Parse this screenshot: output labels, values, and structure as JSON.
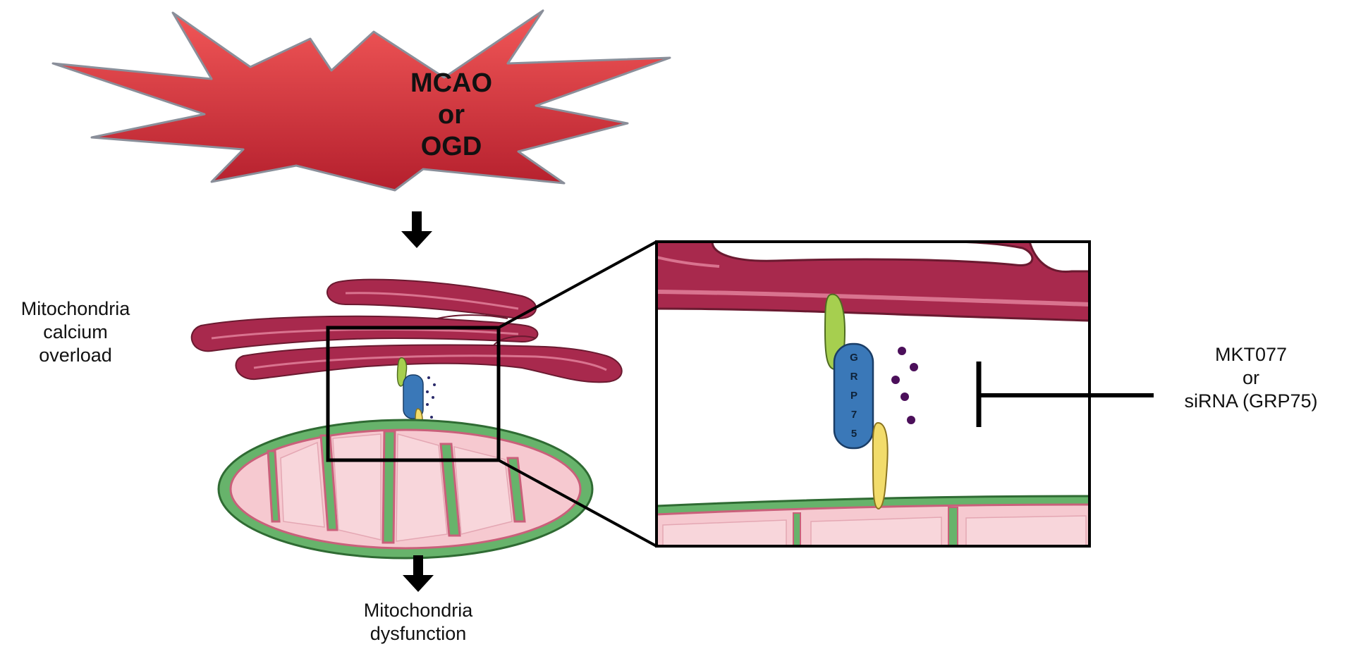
{
  "trigger": {
    "line1": "MCAO",
    "line2": "or",
    "line3": "OGD"
  },
  "left_label": {
    "line1": "Mitochondria",
    "line2": "calcium",
    "line3": "overload"
  },
  "bottom_label": {
    "line1": "Mitochondria",
    "line2": "dysfunction"
  },
  "inhibitor": {
    "line1": "MKT077",
    "line2": "or",
    "line3": "siRNA (GRP75)"
  },
  "protein_label": "GRP75",
  "colors": {
    "burst_light": "#f15a5a",
    "burst_dark": "#b51f2e",
    "er": "#a8294d",
    "er_light": "#d9738f",
    "mito_outer": "#67b36b",
    "mito_inner": "#f6c9d0",
    "grp75": "#3a78b8",
    "green_protein": "#a6cf4f",
    "yellow_protein": "#f2dc6b",
    "calcium": "#4b0f5a"
  }
}
